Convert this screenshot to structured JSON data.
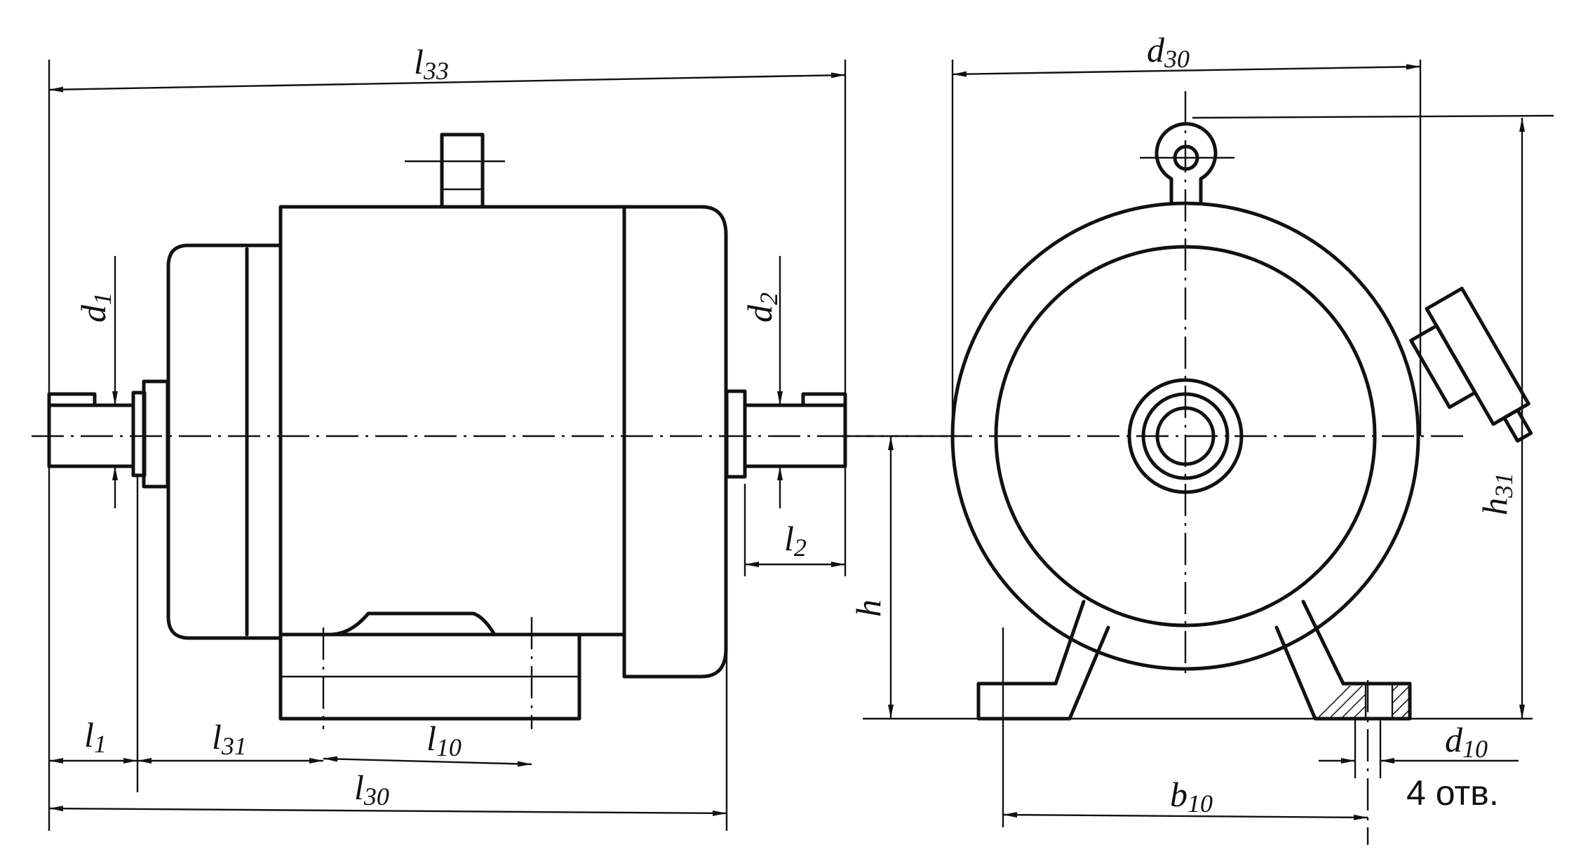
{
  "labels": {
    "l33": {
      "base": "l",
      "sub": "33"
    },
    "l1": {
      "base": "l",
      "sub": "1"
    },
    "l31": {
      "base": "l",
      "sub": "31"
    },
    "l10": {
      "base": "l",
      "sub": "10"
    },
    "l30": {
      "base": "l",
      "sub": "30"
    },
    "l2": {
      "base": "l",
      "sub": "2"
    },
    "d1": {
      "base": "d",
      "sub": "1"
    },
    "d2": {
      "base": "d",
      "sub": "2"
    },
    "d30": {
      "base": "d",
      "sub": "30"
    },
    "d10": {
      "base": "d",
      "sub": "10"
    },
    "h": {
      "base": "h",
      "sub": ""
    },
    "h31": {
      "base": "h",
      "sub": "31"
    },
    "b10": {
      "base": "b",
      "sub": "10"
    }
  },
  "note": "4 отв."
}
